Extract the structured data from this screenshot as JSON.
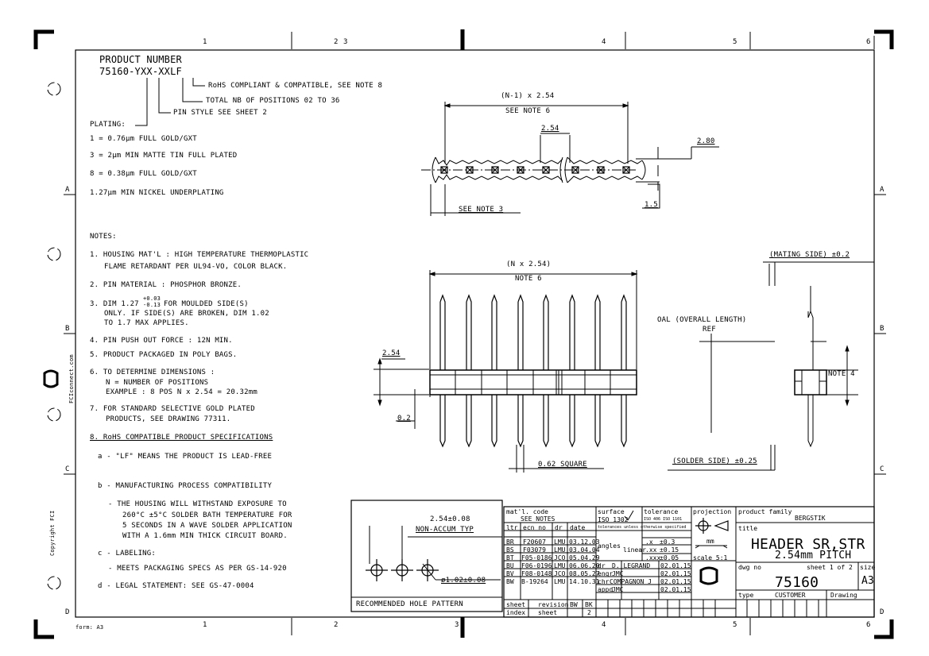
{
  "border": {
    "cols_top": [
      "1",
      "2",
      "3",
      "4",
      "5",
      "6"
    ],
    "cols_bottom": [
      "1",
      "2",
      "3",
      "4",
      "5",
      "6"
    ],
    "rows_left": [
      "A",
      "B",
      "C",
      "D"
    ],
    "rows_right": [
      "A",
      "B",
      "C",
      "D"
    ],
    "format": "form: A3",
    "side_url": "FCIconnect.com",
    "copyright": "Copyright FCI"
  },
  "product": {
    "title": "PRODUCT NUMBER",
    "number": "75160-YXX-XXLF",
    "callouts": [
      "RoHS COMPLIANT & COMPATIBLE, SEE NOTE 8",
      "TOTAL NB OF POSITIONS 02 TO 36",
      "PIN STYLE SEE SHEET 2"
    ],
    "plating_label": "PLATING:",
    "plating": [
      "1 = 0.76μm FULL GOLD/GXT",
      "3 = 2μm MIN MATTE TIN FULL PLATED",
      "8 = 0.38μm FULL GOLD/GXT",
      "1.27μm MIN NICKEL UNDERPLATING"
    ]
  },
  "notes": {
    "heading": "NOTES:",
    "n1a": "1. HOUSING MAT'L : HIGH TEMPERATURE THERMOPLASTIC",
    "n1b": "FLAME RETARDANT PER UL94-VO, COLOR BLACK.",
    "n2": "2. PIN MATERIAL : PHOSPHOR BRONZE.",
    "n3a": "3. DIM 1.27",
    "n3tol_up": "+0.03",
    "n3tol_dn": "-0.13",
    "n3a2": "FOR MOULDED SIDE(S)",
    "n3b": "ONLY. IF SIDE(S) ARE BROKEN, DIM 1.02",
    "n3c": "TO 1.7 MAX APPLIES.",
    "n4": "4. PIN PUSH OUT FORCE : 12N MIN.",
    "n5": "5. PRODUCT PACKAGED IN POLY BAGS.",
    "n6a": "6. TO DETERMINE DIMENSIONS :",
    "n6b": "N = NUMBER OF POSITIONS",
    "n6c": "EXAMPLE : 8 POS   N x 2.54 = 20.32mm",
    "n7a": "7. FOR STANDARD SELECTIVE GOLD PLATED",
    "n7b": "PRODUCTS, SEE DRAWING 77311.",
    "n8": "8. RoHS COMPATIBLE PRODUCT SPECIFICATIONS",
    "n8a": "a - \"LF\" MEANS THE PRODUCT IS LEAD-FREE",
    "n8b": "b - MANUFACTURING PROCESS COMPATIBILITY",
    "n8b1": "- THE HOUSING WILL WITHSTAND EXPOSURE TO",
    "n8b2": "260°C ±5°C SOLDER BATH TEMPERATURE FOR",
    "n8b3": "5 SECONDS IN A WAVE SOLDER APPLICATION",
    "n8b4": "WITH A 1.6mm MIN THICK CIRCUIT BOARD.",
    "n8c": "c - LABELING:",
    "n8c1": "- MEETS PACKAGING SPECS AS PER GS-14-920",
    "n8d": "d - LEGAL STATEMENT: SEE GS-47-0004"
  },
  "top_view": {
    "dim_overall": "(N-1) x 2.54",
    "see_note6": "SEE NOTE 6",
    "pitch": "2.54",
    "height": "2.80",
    "offset": "1.5",
    "see_note3": "SEE NOTE 3"
  },
  "front_view": {
    "dim_overall": "(N x 2.54)",
    "note6": "NOTE 6",
    "pitch": "2.54",
    "gap": "0.2",
    "square": "0.62 SQUARE"
  },
  "side_view": {
    "mating": "(MATING SIDE) ±0.2",
    "oal": "OAL (OVERALL LENGTH)",
    "ref": "REF",
    "note4": "NOTE 4",
    "solder": "(SOLDER SIDE) ±0.25"
  },
  "hole_pattern": {
    "pitch": "2.54±0.08",
    "nonaccum": "NON-ACCUM TYP",
    "diameter": "ø1.02±0.08",
    "title": "RECOMMENDED HOLE PATTERN"
  },
  "title_block": {
    "matl_code": "mat'l. code",
    "see_notes": "SEE NOTES",
    "surface": "surface",
    "iso1302": "ISO 1302",
    "tolerance": "tolerance",
    "iso_tol": "ISO 406  ISO 1101",
    "tol_note": "tolerances unless otherwise specified",
    "projection": "projection",
    "product_family": "product family",
    "family": "BERGSTIK",
    "hdr_ltr": "ltr",
    "hdr_ecn": "ecn no",
    "hdr_dr": "dr",
    "hdr_date": "date",
    "revisions": [
      {
        "ltr": "BR",
        "ecn": "F20607",
        "dr": "LMU",
        "date": "03.12.03"
      },
      {
        "ltr": "BS",
        "ecn": "F03079",
        "dr": "LMU",
        "date": "03.04.04"
      },
      {
        "ltr": "BT",
        "ecn": "F05-0186",
        "dr": "JCO",
        "date": "05.04.29"
      },
      {
        "ltr": "BU",
        "ecn": "F06-0196",
        "dr": "LMU",
        "date": "06.06.20"
      },
      {
        "ltr": "BV",
        "ecn": "F08-0148",
        "dr": "JCO",
        "date": "08.05.27"
      },
      {
        "ltr": "BW",
        "ecn": "B-19264",
        "dr": "LMU",
        "date": "14.10.31"
      }
    ],
    "angles": "angles",
    "linear": "linear",
    "tol_x": ".x",
    "tol_x_val": "±0.3",
    "tol_xx": ".xx",
    "tol_xx_val": "±0.15",
    "tol_xxx": ".xxx",
    "tol_xxx_val": "±0.05",
    "units": "mm",
    "scale": "scale 5:1",
    "signoffs": [
      {
        "role": "dr",
        "name": "D. LEGRAND",
        "date": "02.01.15"
      },
      {
        "role": "engr",
        "name": "JMC",
        "date": "02.01.15"
      },
      {
        "role": "chr",
        "name": "COMPAGNON J",
        "date": "02.01.15"
      },
      {
        "role": "appd",
        "name": "JMC",
        "date": "02.01.15"
      }
    ],
    "title_label": "title",
    "title_main": "HEADER SR,STR",
    "title_sub": "2.54mm PITCH",
    "dwg_no_label": "dwg no",
    "dwg_no": "75160",
    "sheet_of": "sheet 1 of 2",
    "size_label": "size",
    "size": "A3",
    "type_label": "type",
    "type": "CUSTOMER",
    "drawing": "Drawing",
    "sheet_label": "sheet",
    "index_label": "index",
    "revision_label": "revision",
    "sheet2_label": "sheet",
    "rev_bw": "BW",
    "rev_bk": "BK",
    "rev_sheet": "2"
  }
}
